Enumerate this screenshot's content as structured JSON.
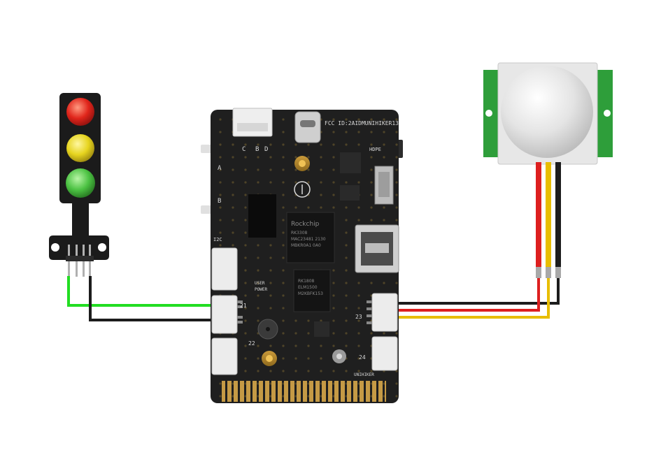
{
  "board": {
    "top_text": "FCC ID:2AIDMUNIHIKER13",
    "cbd": [
      "C",
      "B",
      "D"
    ],
    "hdpe": "HDPE",
    "btn_a": "A",
    "btn_b": "B",
    "i2c_label": "I2C",
    "pin_21": "21",
    "pin_22": "22",
    "pin_23": "23",
    "pin_24": "24",
    "user": "USER",
    "power": "POWER",
    "bottom_right": "UNIHIKER",
    "chip_brand": "Rockchip",
    "chip_lines": [
      "RK3308",
      "MAC23481 2130",
      "MBKR0A1 0A0"
    ],
    "chip2_lines": [
      "RK1808",
      "ELM1500",
      "M2KBFK153"
    ]
  },
  "colors": {
    "wire_green": "#22dd22",
    "wire_black": "#1c1c1c",
    "wire_red": "#dd1f1f",
    "wire_yellow": "#e8bd00",
    "pcb": "#1f1f1f",
    "traffic_red": "#e0251b",
    "traffic_yellow": "#e6d41e",
    "traffic_green": "#4cc243",
    "pir_green": "#2e9e3a"
  }
}
